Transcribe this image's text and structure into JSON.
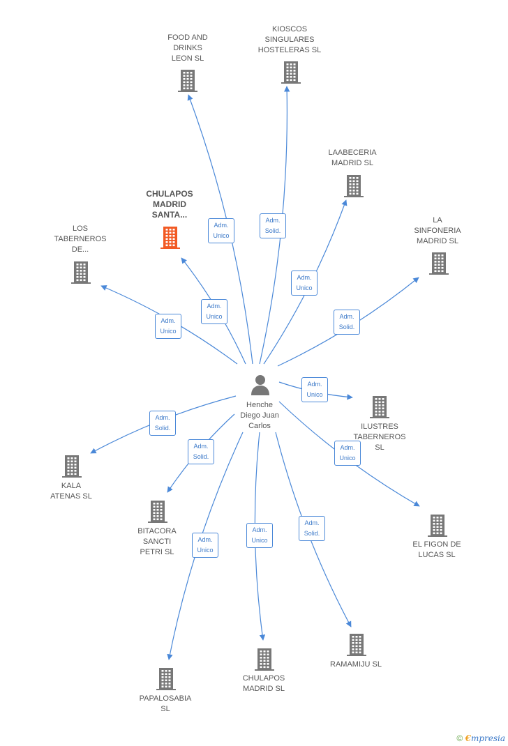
{
  "colors": {
    "edge": "#4a88d8",
    "building": "#777777",
    "building_highlight": "#f25a24",
    "person": "#777777"
  },
  "center": {
    "name": "Henche\nDiego Juan\nCarlos",
    "icon": "person-icon"
  },
  "companies": [
    {
      "id": "food-and-drinks",
      "name": "FOOD AND\nDRINKS\nLEON  SL",
      "role": "Adm.\nUnico",
      "icon": "building-icon",
      "highlight": false
    },
    {
      "id": "kioscos",
      "name": "KIOSCOS\nSINGULARES\nHOSTELERAS SL",
      "role": "Adm.\nSolid.",
      "icon": "building-icon",
      "highlight": false
    },
    {
      "id": "laabeceria",
      "name": "LAABECERIA\nMADRID  SL",
      "role": "Adm.\nUnico",
      "icon": "building-icon",
      "highlight": false
    },
    {
      "id": "la-sinfoneria",
      "name": "LA\nSINFONERIA\nMADRID  SL",
      "role": "Adm.\nSolid.",
      "icon": "building-icon",
      "highlight": false
    },
    {
      "id": "chulapos-santa",
      "name": "CHULAPOS\nMADRID\nSANTA...",
      "role": "Adm.\nUnico",
      "icon": "building-icon",
      "highlight": true
    },
    {
      "id": "los-taberneros",
      "name": "LOS\nTABERNEROS\nDE...",
      "role": "Adm.\nUnico",
      "icon": "building-icon",
      "highlight": false
    },
    {
      "id": "ilustres",
      "name": "ILUSTRES\nTABERNEROS\nSL",
      "role": "Adm.\nUnico",
      "icon": "building-icon",
      "highlight": false
    },
    {
      "id": "el-figon",
      "name": "EL FIGON DE\nLUCAS  SL",
      "role": "Adm.\nUnico",
      "icon": "building-icon",
      "highlight": false
    },
    {
      "id": "kala-atenas",
      "name": "KALA\nATENAS  SL",
      "role": "Adm.\nSolid.",
      "icon": "building-icon",
      "highlight": false
    },
    {
      "id": "bitacora",
      "name": "BITACORA\nSANCTI\nPETRI  SL",
      "role": "Adm.\nSolid.",
      "icon": "building-icon",
      "highlight": false
    },
    {
      "id": "papalosabia",
      "name": "PAPALOSABIA\nSL",
      "role": "Adm.\nUnico",
      "icon": "building-icon",
      "highlight": false
    },
    {
      "id": "chulapos-madrid",
      "name": "CHULAPOS\nMADRID  SL",
      "role": "Adm.\nUnico",
      "icon": "building-icon",
      "highlight": false
    },
    {
      "id": "ramamiju",
      "name": "RAMAMIJU  SL",
      "role": "Adm.\nSolid.",
      "icon": "building-icon",
      "highlight": false
    }
  ],
  "footer": {
    "copyright": "©",
    "brand_e": "€",
    "brand_rest": "mpresia"
  }
}
